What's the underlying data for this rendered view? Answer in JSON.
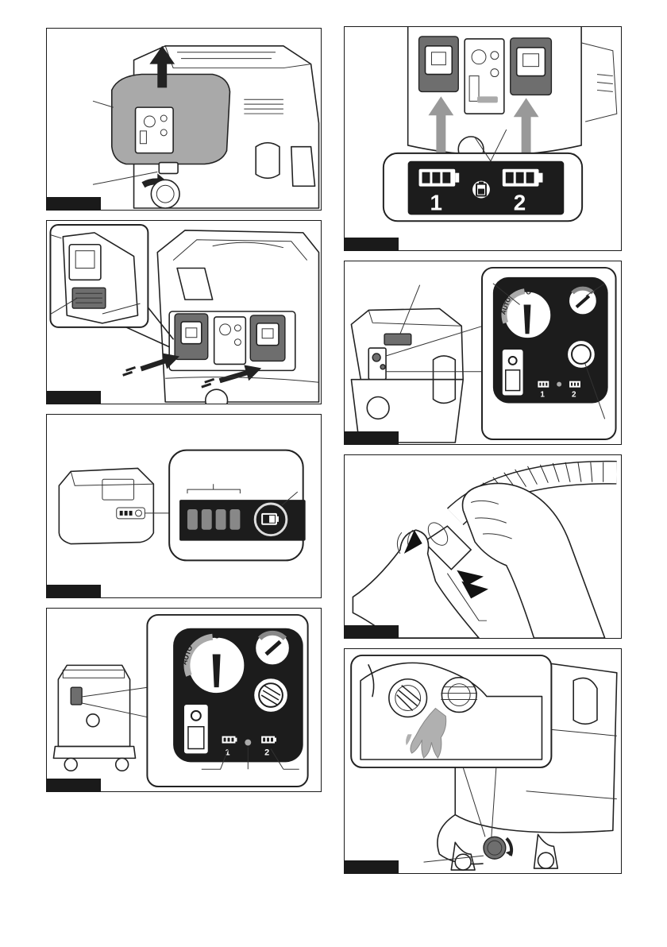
{
  "figures": [
    {
      "id": "fig-battery-cover"
    },
    {
      "id": "fig-battery-insert"
    },
    {
      "id": "fig-battery-indicator"
    },
    {
      "id": "fig-control-panel"
    },
    {
      "id": "fig-battery-lamps",
      "labels": {
        "slot_1": "1",
        "slot_2": "2"
      }
    },
    {
      "id": "fig-switch-overview",
      "panel": {
        "dial_auto": "AUTO",
        "dial_off": "O",
        "dial_on": "I",
        "slot_1": "1",
        "slot_2": "2"
      }
    },
    {
      "id": "fig-hose-connect"
    },
    {
      "id": "fig-drain-cap"
    }
  ],
  "control_panel": {
    "dial_auto": "AUTO",
    "dial_off": "O",
    "dial_on": "I",
    "slot_1": "1",
    "slot_2": "2"
  },
  "colors": {
    "ink": "#1c1c1c",
    "grey": "#a9a9a9",
    "dark_grey": "#6e6e6e"
  },
  "icons": [
    "arrow-up-icon",
    "arrow-insert-icon",
    "battery-icon",
    "battery-gauge-icon",
    "rotate-arrow-icon",
    "water-flow-icon"
  ]
}
